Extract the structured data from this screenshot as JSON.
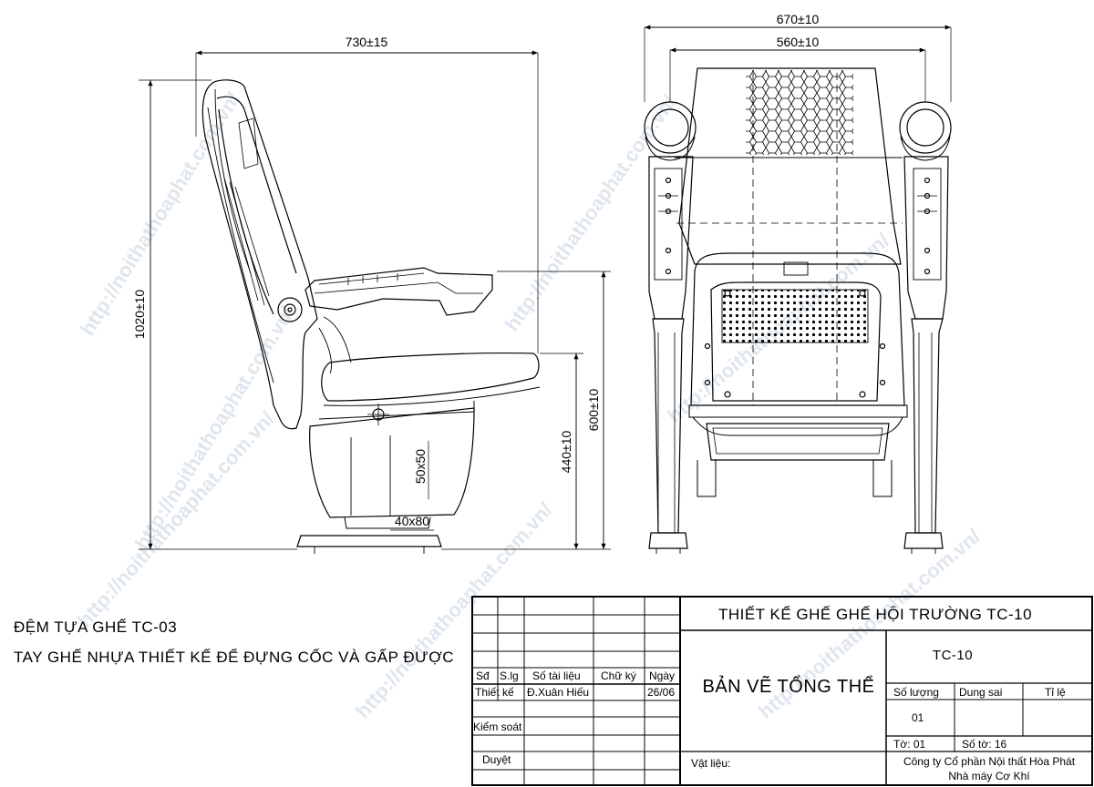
{
  "watermark": "http://noithathoaphat.com.vn/",
  "dimensions": {
    "side_depth": "730±15",
    "side_height": "1020±10",
    "armrest_height": "600±10",
    "seat_height": "440±10",
    "post_section": "50x50",
    "base_section": "40x80",
    "front_total_width": "670±10",
    "front_inner_width": "560±10"
  },
  "notes": {
    "line1": "ĐỆM TỰA GHẾ TC-03",
    "line2": "TAY GHẾ NHỰA THIẾT KẾ ĐỂ ĐỰNG CỐC VÀ GẤP ĐƯỢC"
  },
  "title_block": {
    "headers": {
      "sd": "Sđ",
      "slg": "S.lg",
      "doc": "Số tài liệu",
      "sign": "Chữ ký",
      "date": "Ngày"
    },
    "designer_label": "Thiết kế",
    "designer_name": "Đ.Xuân Hiếu",
    "design_date": "26/06",
    "checker_label": "Kiểm soát",
    "approver_label": "Duyệt",
    "project_title": "THIẾT KẾ GHẾ GHẾ HỘI TRƯỜNG TC-10",
    "drawing_title": "BẢN VẼ TỔNG THỂ",
    "code": "TC-10",
    "qty_label": "Số lượng",
    "tolerance_label": "Dung sai",
    "scale_label": "Tỉ lệ",
    "qty_value": "01",
    "sheet_label": "Tờ: 01",
    "sheets_label": "Số tờ: 16",
    "material_label": "Vật liệu:",
    "company_line1": "Công ty Cổ phần Nội thất Hòa Phát",
    "company_line2": "Nhà máy Cơ Khí"
  }
}
